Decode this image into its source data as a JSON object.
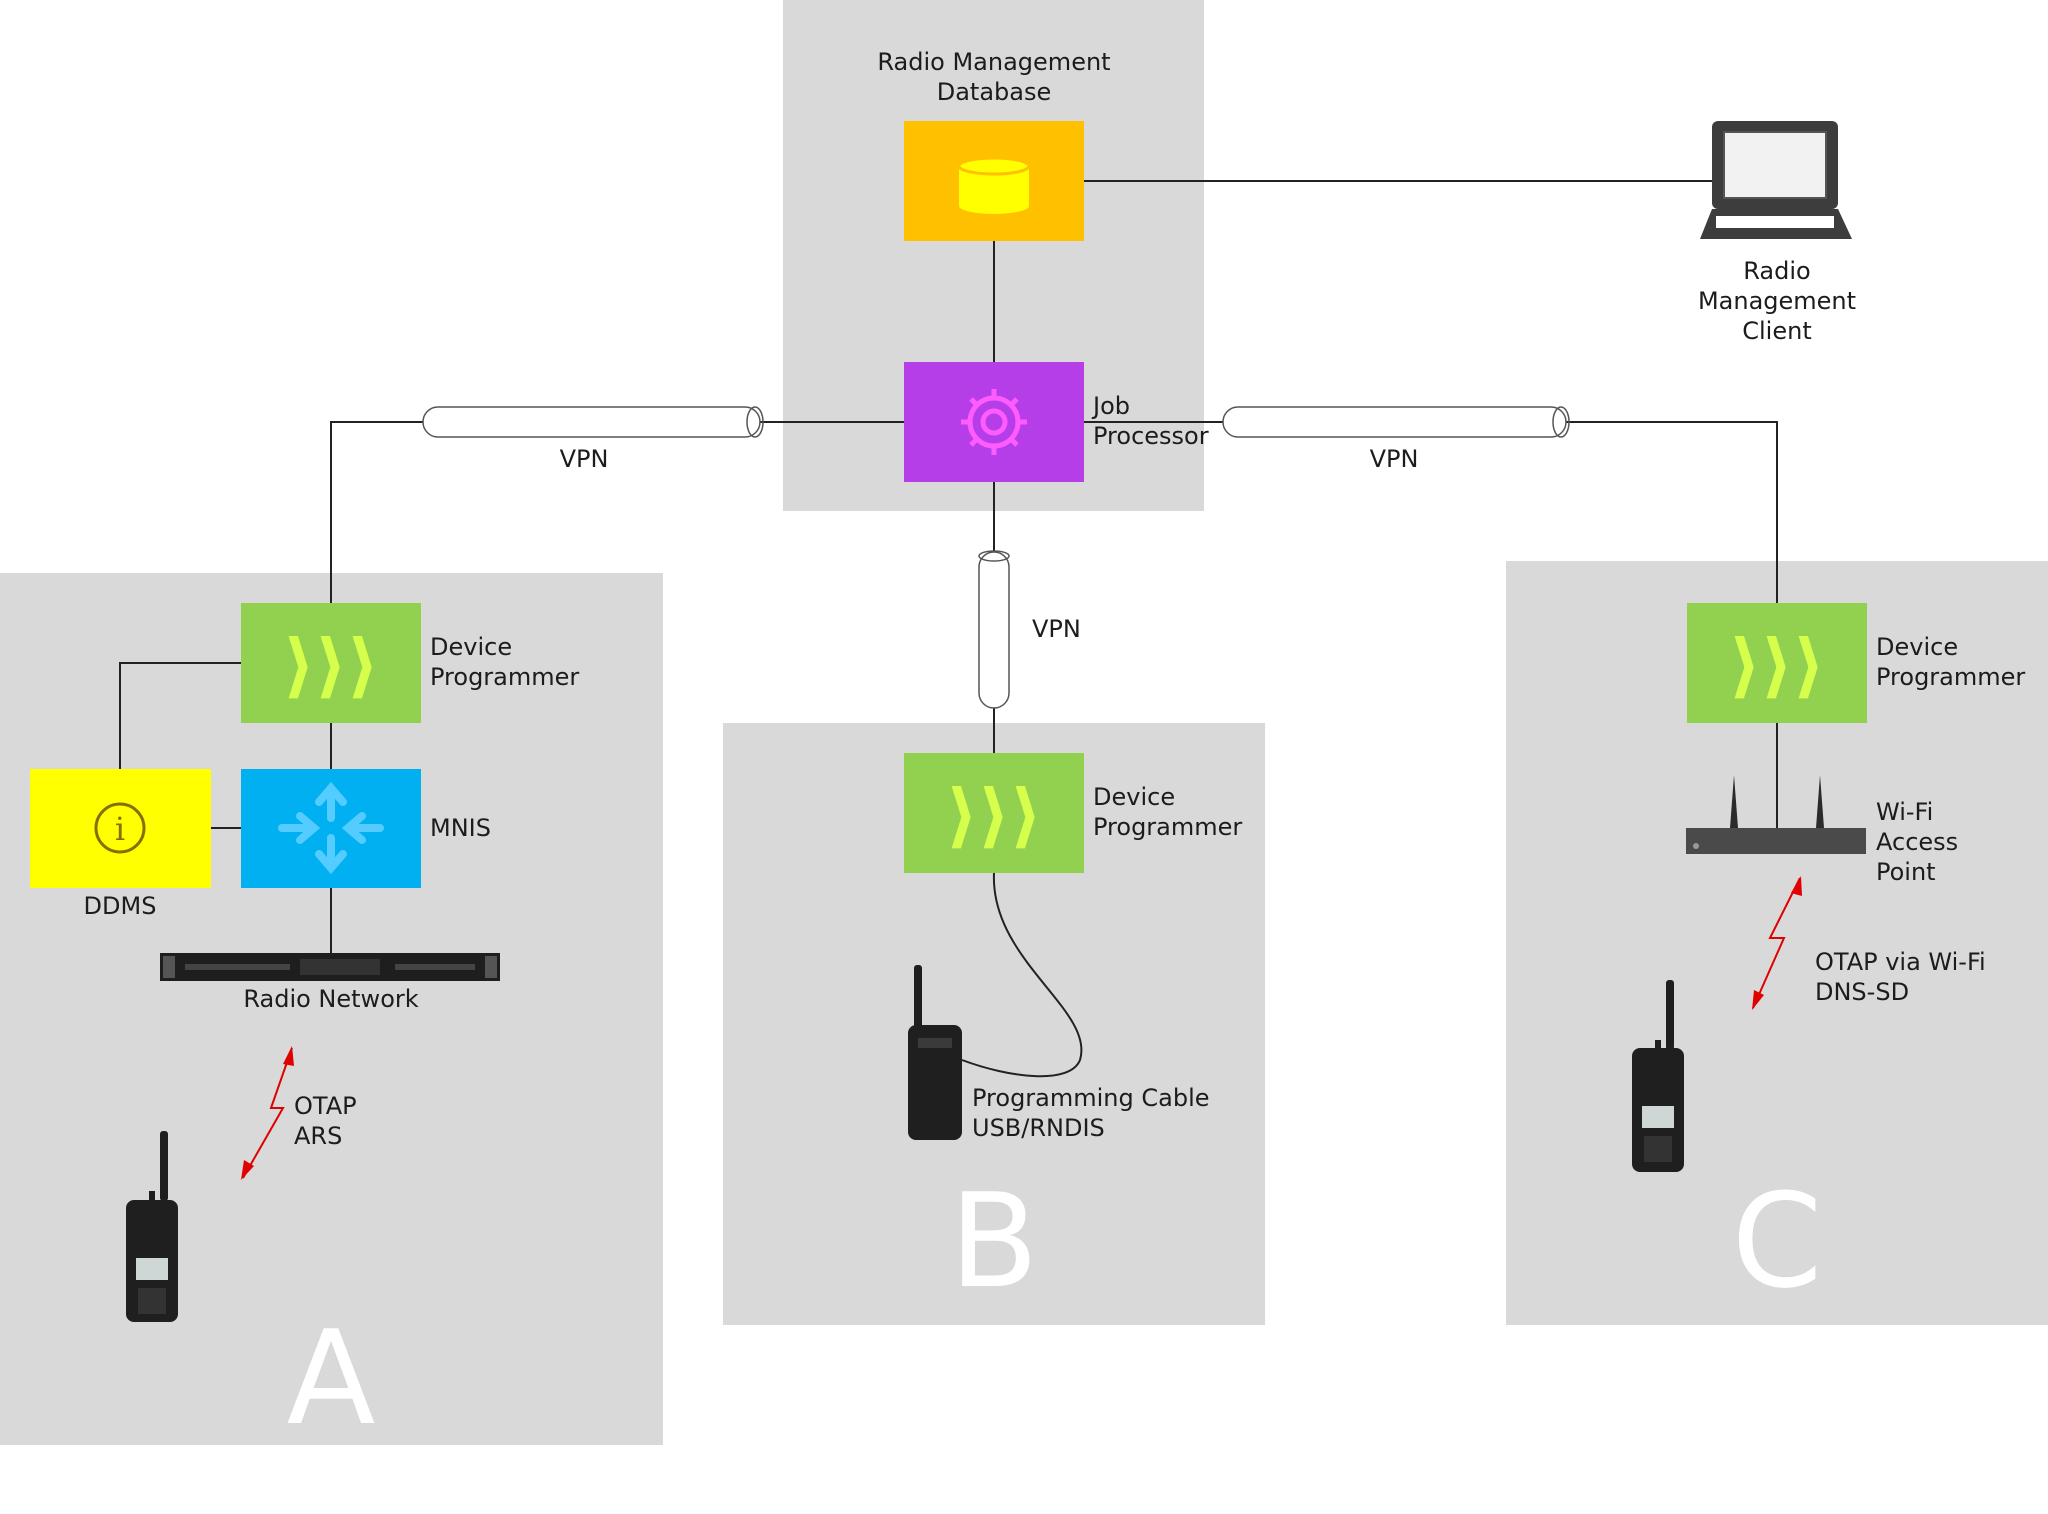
{
  "colors": {
    "panel": "#d9d9d9",
    "database": "#ffc000",
    "database_icon": "#ffff00",
    "job_processor": "#b53ee8",
    "job_processor_icon": "#ff5cff",
    "device_programmer": "#92d050",
    "device_programmer_icon": "#d5ff4a",
    "mnis": "#00b0f0",
    "mnis_icon": "#55ccff",
    "ddms": "#ffff00",
    "ddms_icon": "#8a6d00",
    "wireless": "#e00000"
  },
  "central": {
    "database_label_1": "Radio Management",
    "database_label_2": "Database",
    "job_processor_label_1": "Job",
    "job_processor_label_2": "Processor"
  },
  "client": {
    "label_1": "Radio",
    "label_2": "Management",
    "label_3": "Client"
  },
  "vpn": {
    "left": "VPN",
    "middle": "VPN",
    "right": "VPN"
  },
  "site_a": {
    "letter": "A",
    "programmer_label_1": "Device",
    "programmer_label_2": "Programmer",
    "mnis_label": "MNIS",
    "ddms_label": "DDMS",
    "radio_network_label": "Radio Network",
    "link_label_1": "OTAP",
    "link_label_2": "ARS"
  },
  "site_b": {
    "letter": "B",
    "programmer_label_1": "Device",
    "programmer_label_2": "Programmer",
    "cable_label_1": "Programming Cable",
    "cable_label_2": "USB/RNDIS"
  },
  "site_c": {
    "letter": "C",
    "programmer_label_1": "Device",
    "programmer_label_2": "Programmer",
    "ap_label_1": "Wi-Fi",
    "ap_label_2": "Access",
    "ap_label_3": "Point",
    "link_label_1": "OTAP via Wi-Fi",
    "link_label_2": "DNS-SD"
  }
}
